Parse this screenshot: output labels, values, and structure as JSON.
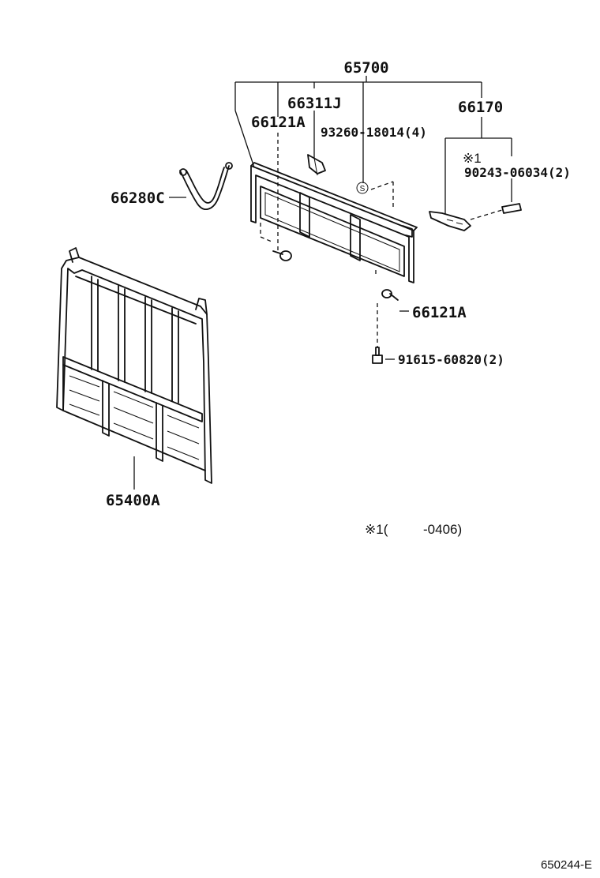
{
  "labels": {
    "assembly_65700": "65700",
    "clip_66311J": "66311J",
    "bracket_66170": "66170",
    "bolt_66121A_top": "66121A",
    "screw_93260": "93260-18014(4)",
    "note_mark": "※1",
    "pin_90243": "90243-06034(2)",
    "strap_66280C": "66280C",
    "bolt_66121A_lower": "66121A",
    "screw_91615": "91615-60820(2)",
    "rack_65400A": "65400A",
    "footnote_mark": "※1(",
    "footnote_range": "-0406)",
    "drawing_id": "650244-E"
  },
  "symbols": {
    "screw_symbol": "S"
  }
}
